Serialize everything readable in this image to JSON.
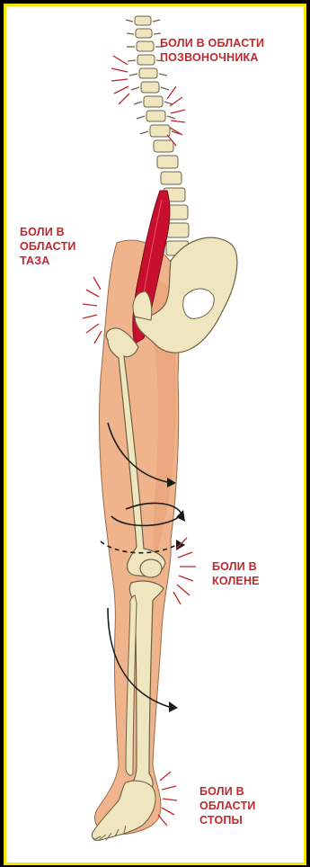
{
  "labels": {
    "spine": [
      "БОЛИ В ОБЛАСТИ",
      "ПОЗВОНОЧНИКА"
    ],
    "pelvis": [
      "БОЛИ В",
      "ОБЛАСТИ",
      "ТАЗА"
    ],
    "knee": [
      "БОЛИ В",
      "КОЛЕНЕ"
    ],
    "foot": [
      "БОЛИ В",
      "ОБЛАСТИ",
      "СТОПЫ"
    ]
  },
  "colors": {
    "label": "#c1272d",
    "pain_mark": "#c1272d",
    "bone": "#efe6bf",
    "skin": "#f0b48c",
    "muscle": "#c8102e",
    "frame": "#f2e600"
  }
}
